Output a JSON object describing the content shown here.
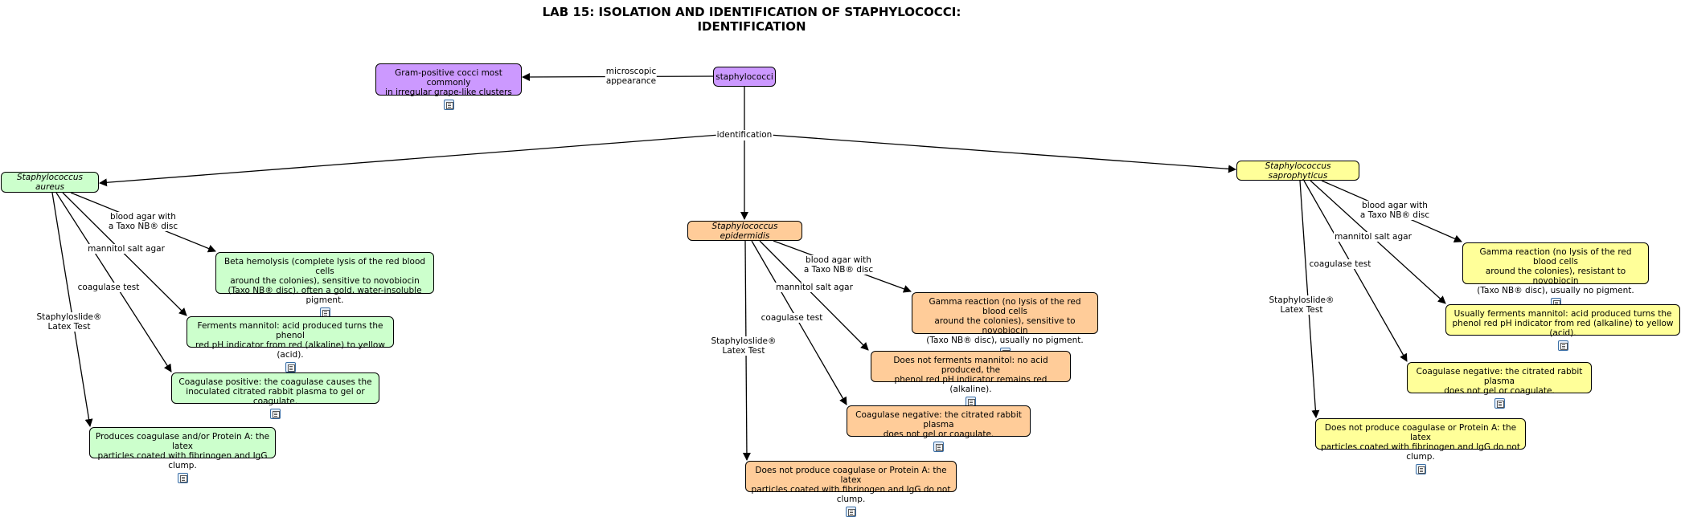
{
  "title": {
    "line1": "LAB 15: ISOLATION AND IDENTIFICATION OF STAPHYLOCOCCI:",
    "line2": "IDENTIFICATION"
  },
  "colors": {
    "purple": "#cc99ff",
    "green": "#ccffcc",
    "orange": "#ffcc99",
    "yellow": "#ffff99"
  },
  "nodes": {
    "staphylococci": "staphylococci",
    "gram_positive": "Gram-positive cocci most commonly\nin irregular grape-like clusters",
    "aureus": "Staphylococcus aureus",
    "epidermidis": "Staphylococcus epidermidis",
    "saprophyticus": "Staphylococcus saprophyticus",
    "aureus_beta": "Beta hemolysis (complete lysis of the red blood cells\naround the colonies), sensitive to novobiocin\n(Taxo NB® disc), often a gold, water-insoluble pigment.",
    "aureus_mannitol": "Ferments mannitol: acid produced turns the phenol\nred pH indicator from red (alkaline) to yellow (acid).",
    "aureus_coagulase": "Coagulase positive: the coagulase causes the\ninoculated citrated rabbit plasma to gel or coagulate.",
    "aureus_latex": "Produces coagulase and/or Protein A: the latex\nparticles coated with fibrinogen and IgG clump.",
    "epi_gamma": "Gamma reaction (no lysis of the red blood cells\naround the colonies), sensitive to novobiocin\n(Taxo NB® disc), usually no pigment.",
    "epi_mannitol": "Does not ferments mannitol: no acid produced, the\nphenol red pH indicator remains red (alkaline).",
    "epi_coagulase": "Coagulase negative: the citrated rabbit plasma\ndoes not gel or coagulate.",
    "epi_latex": "Does not produce coagulase or Protein A: the latex\nparticles coated with fibrinogen and IgG do not clump.",
    "sap_gamma": "Gamma reaction (no lysis of the red blood cells\naround the colonies), resistant to novobiocin\n(Taxo NB® disc), usually no pigment.",
    "sap_mannitol": "Usually ferments mannitol: acid produced turns the\nphenol red pH indicator from red (alkaline) to yellow (acid).",
    "sap_coagulase": "Coagulase negative: the citrated rabbit plasma\ndoes not gel or coagulate.",
    "sap_latex": "Does not produce coagulase or Protein A: the latex\nparticles coated with fibrinogen and IgG do not clump."
  },
  "link_labels": {
    "microscopic": "microscopic\nappearance",
    "identification": "identification",
    "blood_agar": "blood agar with\na Taxo NB® disc",
    "mannitol": "mannitol salt agar",
    "coagulase": "coagulase test",
    "latex": "Staphyloslide®\nLatex Test"
  },
  "icons": {
    "resource": "document-icon"
  }
}
